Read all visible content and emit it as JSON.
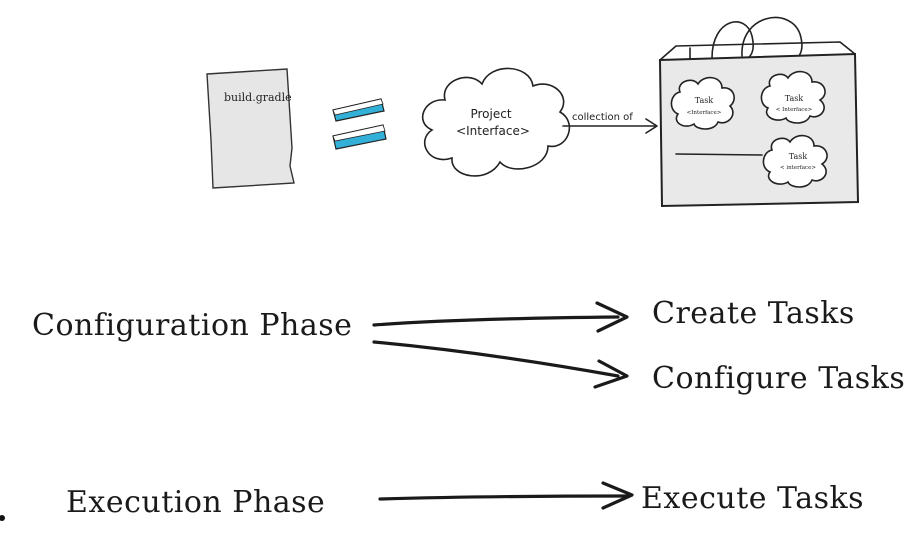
{
  "top": {
    "file_label": "build.gradle",
    "project_title": "Project",
    "project_subtitle": "<Interface>",
    "relation_label": "collection of",
    "tasks": [
      {
        "title": "Task",
        "subtitle": "<Interface>"
      },
      {
        "title": "Task",
        "subtitle": "< Interface>"
      },
      {
        "title": "Task",
        "subtitle": "< interface>"
      }
    ]
  },
  "phases": [
    {
      "name": "Configuration Phase",
      "targets": [
        "Create Tasks",
        "Configure Tasks"
      ]
    },
    {
      "name": "Execution Phase",
      "targets": [
        "Execute Tasks"
      ]
    }
  ],
  "colors": {
    "accent_bar": "#33b0d8",
    "bag_fill": "#e9e9e9",
    "paper_fill": "#e6e6e6"
  }
}
